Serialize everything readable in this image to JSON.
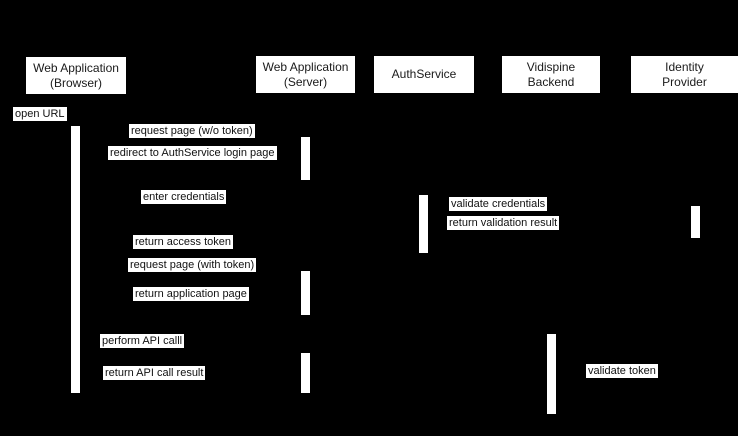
{
  "diagram": {
    "title": "AuthService login sequence diagram",
    "colors": {
      "background": "#000000",
      "node_fill": "#ffffff",
      "text": "#1a1a1a"
    }
  },
  "actors": [
    {
      "name": "Web Application\n(Browser)"
    },
    {
      "name": "Web Application\n(Server)"
    },
    {
      "name": "AuthService"
    },
    {
      "name": "Vidispine\nBackend"
    },
    {
      "name": "Identity\nProvider"
    }
  ],
  "messages": [
    {
      "label": "open URL"
    },
    {
      "label": "request page (w/o token)"
    },
    {
      "label": "redirect to AuthService login page"
    },
    {
      "label": "enter credentials"
    },
    {
      "label": "validate credentials"
    },
    {
      "label": "return validation result"
    },
    {
      "label": "return access token"
    },
    {
      "label": "request page (with token)"
    },
    {
      "label": "return application page"
    },
    {
      "label": "perform API calll"
    },
    {
      "label": "return API call result"
    },
    {
      "label": "validate token"
    }
  ]
}
